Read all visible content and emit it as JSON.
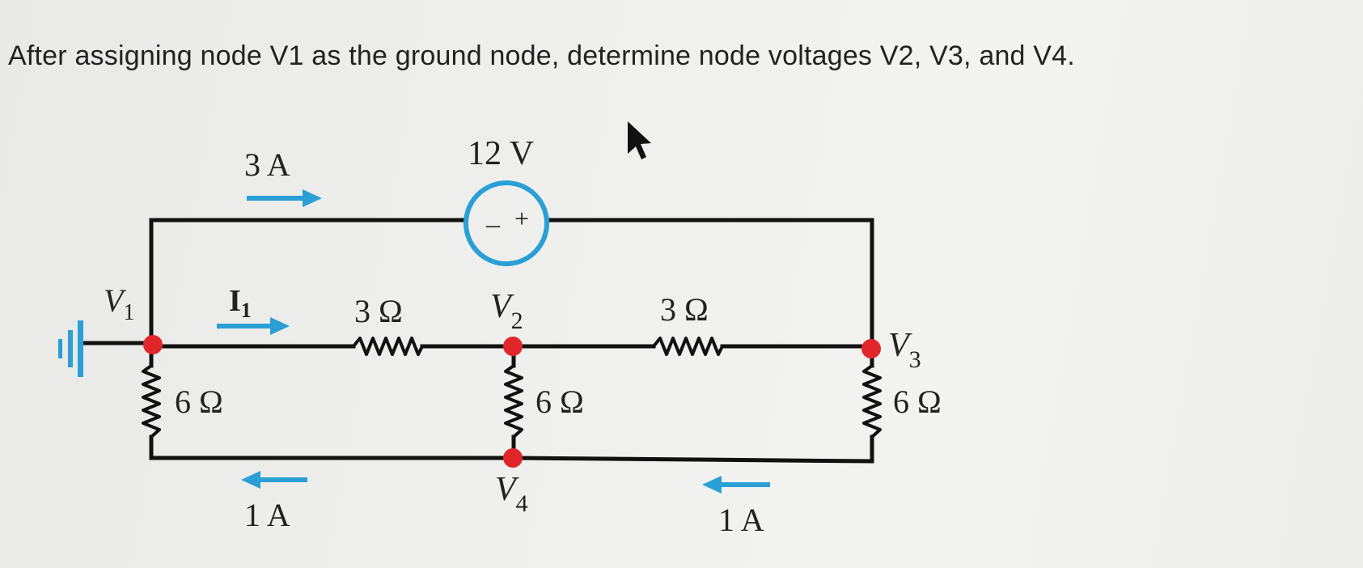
{
  "question": "After assigning node V1 as the ground node, determine node voltages V2, V3, and V4.",
  "colors": {
    "wire": "#111111",
    "arrow": "#2a9fd6",
    "source": "#2a9fd6",
    "node": "#e0262a",
    "ground": "#2a9fd6"
  },
  "icons": {
    "ground": "ground-icon",
    "pointer": "mouse-pointer-icon"
  },
  "labels": {
    "source_value": "12 V",
    "source_minus": "–",
    "source_plus": "+",
    "current_top": "3 A",
    "current_I1": "I",
    "current_I1_sub": "1",
    "current_bottom_left": "1 A",
    "current_bottom_right": "1 A",
    "r_top_left": "3 Ω",
    "r_top_right": "3 Ω",
    "r_left": "6 Ω",
    "r_middle": "6 Ω",
    "r_right": "6 Ω",
    "v1": "V",
    "v1_sub": "1",
    "v2": "V",
    "v2_sub": "2",
    "v3": "V",
    "v3_sub": "3",
    "v4": "V",
    "v4_sub": "4"
  }
}
